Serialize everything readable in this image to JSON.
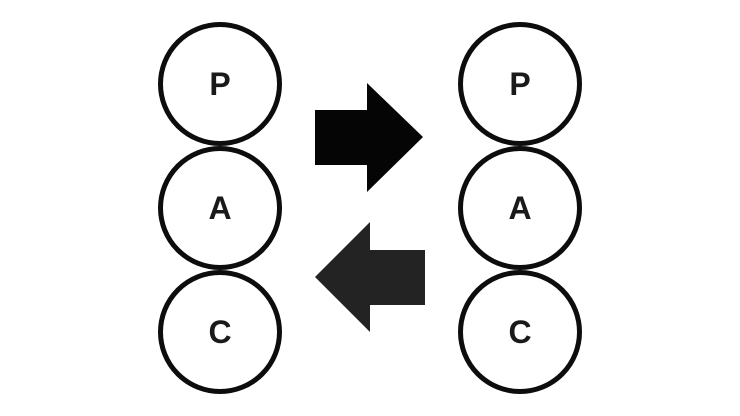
{
  "diagram": {
    "background_color": "#ffffff",
    "circle_stroke_color": "#0d0d0d",
    "label_color": "#1a1a1a",
    "left_column": {
      "circles": [
        {
          "label": "P"
        },
        {
          "label": "A"
        },
        {
          "label": "C"
        }
      ]
    },
    "right_column": {
      "circles": [
        {
          "label": "P"
        },
        {
          "label": "A"
        },
        {
          "label": "C"
        }
      ]
    },
    "arrows": [
      {
        "direction": "right",
        "color": "#050505"
      },
      {
        "direction": "left",
        "color": "#232323"
      }
    ]
  }
}
